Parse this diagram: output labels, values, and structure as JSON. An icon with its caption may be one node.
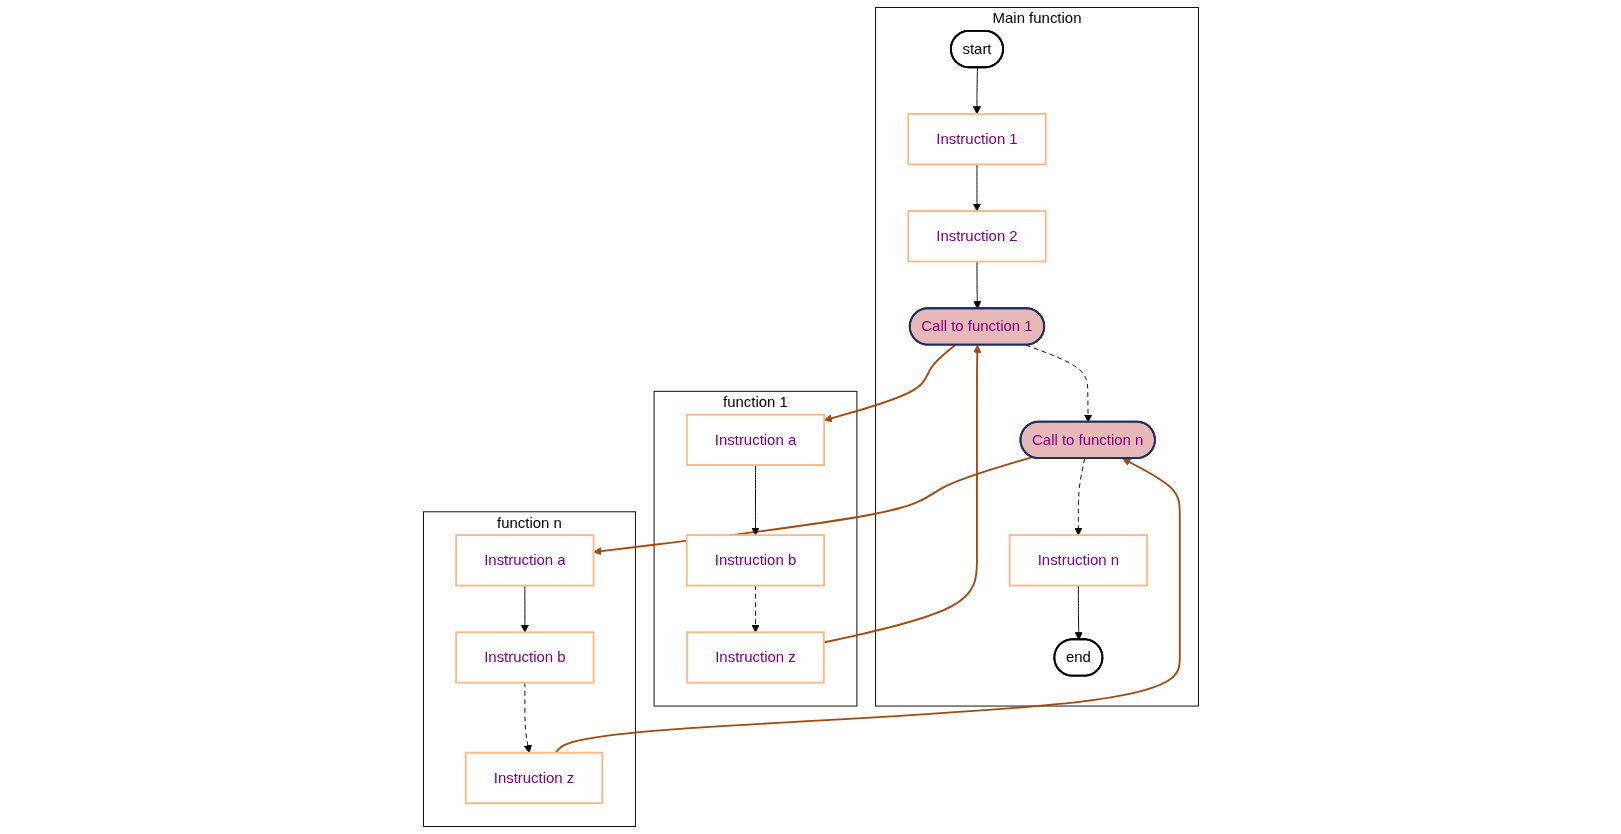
{
  "diagram": {
    "nodes": [
      {
        "text": [
          "Main function"
        ]
      },
      {
        "text": [
          "start"
        ],
        "in": 0
      },
      {
        "text": [
          "Instruction 1"
        ],
        "in": 0
      },
      {
        "text": [
          "Instruction 2"
        ],
        "in": 0
      },
      {
        "text": [
          "Call to function 1"
        ],
        "in": 0
      },
      {
        "text": [
          "Call to function n"
        ],
        "in": 0
      },
      {
        "text": [
          "Instruction n"
        ],
        "in": 0
      },
      {
        "text": [
          "end"
        ],
        "in": 0
      },
      {
        "text": [
          "function 1"
        ]
      },
      {
        "text": [
          "Instruction a"
        ],
        "in": 8
      },
      {
        "text": [
          "Instruction b"
        ],
        "in": 8
      },
      {
        "text": [
          "Instruction z"
        ],
        "in": 8
      },
      {
        "text": [
          "function n"
        ]
      },
      {
        "text": [
          "Instruction a"
        ],
        "in": 12
      },
      {
        "text": [
          "Instruction b"
        ],
        "in": 12
      },
      {
        "text": [
          "Instruction z"
        ],
        "in": 12
      }
    ],
    "edges": [
      {
        "from": 1,
        "to": 2,
        "arrow": "to"
      },
      {
        "from": 2,
        "to": 3,
        "arrow": "to"
      },
      {
        "from": 3,
        "to": 4,
        "arrow": "to"
      },
      {
        "from": 4,
        "to": 5,
        "arrow": "to",
        "style": "dashed"
      },
      {
        "from": 5,
        "to": 6,
        "arrow": "to",
        "style": "dashed"
      },
      {
        "from": 6,
        "to": 7,
        "arrow": "to"
      },
      {
        "from": 4,
        "to": 9,
        "arrow": "to",
        "color": "#a04a10"
      },
      {
        "from": 11,
        "to": 4,
        "arrow": "to",
        "color": "#a04a10"
      },
      {
        "from": 5,
        "to": 13,
        "arrow": "to",
        "color": "#a04a10"
      },
      {
        "from": 15,
        "to": 5,
        "arrow": "to",
        "color": "#a04a10"
      },
      {
        "from": 9,
        "to": 10,
        "arrow": "to"
      },
      {
        "from": 10,
        "to": 11,
        "arrow": "to",
        "style": "dashed"
      },
      {
        "from": 13,
        "to": 14,
        "arrow": "to"
      },
      {
        "from": 14,
        "to": 15,
        "arrow": "to",
        "style": "dashed"
      }
    ]
  }
}
